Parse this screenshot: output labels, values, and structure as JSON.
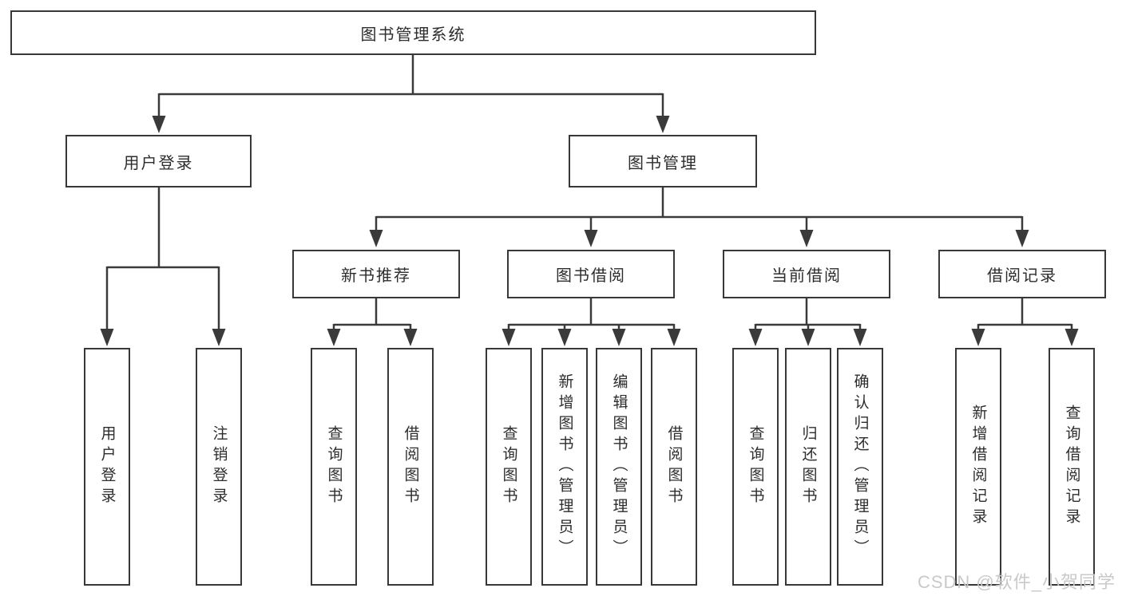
{
  "tree": {
    "root": {
      "label": "图书管理系统"
    },
    "branches": [
      {
        "label": "用户登录",
        "children": [
          {
            "label": "用户登录"
          },
          {
            "label": "注销登录"
          }
        ]
      },
      {
        "label": "图书管理",
        "groups": [
          {
            "label": "新书推荐",
            "children": [
              {
                "label": "查询图书"
              },
              {
                "label": "借阅图书"
              }
            ]
          },
          {
            "label": "图书借阅",
            "children": [
              {
                "label": "查询图书"
              },
              {
                "label": "新增图书（管理员）"
              },
              {
                "label": "编辑图书（管理员）"
              },
              {
                "label": "借阅图书"
              }
            ]
          },
          {
            "label": "当前借阅",
            "children": [
              {
                "label": "查询图书"
              },
              {
                "label": "归还图书"
              },
              {
                "label": "确认归还（管理员）"
              }
            ]
          },
          {
            "label": "借阅记录",
            "children": [
              {
                "label": "新增借阅记录"
              },
              {
                "label": "查询借阅记录"
              }
            ]
          }
        ]
      }
    ]
  },
  "watermark": {
    "text": "CSDN @软件_小贺同学"
  },
  "colors": {
    "line": "#3a3a3a",
    "box_border": "#383838",
    "text": "#2d2d2d",
    "watermark": "#c9c9c9",
    "background": "#ffffff"
  }
}
